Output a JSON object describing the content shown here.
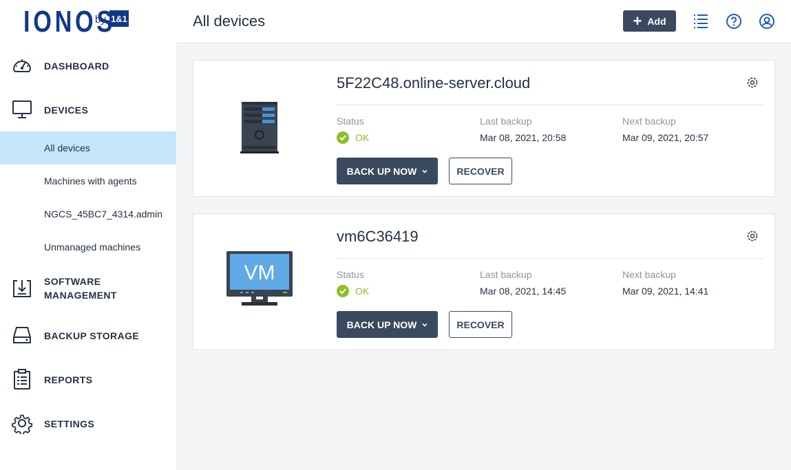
{
  "logo": {
    "brand": "IONOS",
    "by": "by",
    "badge": "1&1"
  },
  "header": {
    "title": "All devices",
    "add_label": "Add"
  },
  "nav": {
    "dashboard": "DASHBOARD",
    "devices": "DEVICES",
    "devices_sub": [
      "All devices",
      "Machines with agents",
      "NGCS_45BC7_4314.admin",
      "Unmanaged machines"
    ],
    "software_management": [
      "SOFTWARE",
      "MANAGEMENT"
    ],
    "backup_storage": "BACKUP STORAGE",
    "reports": "REPORTS",
    "settings": "SETTINGS"
  },
  "devices": [
    {
      "name": "5F22C48.online-server.cloud",
      "type_icon": "server-icon",
      "status_label": "Status",
      "status": "OK",
      "last_backup_label": "Last backup",
      "last_backup": "Mar 08, 2021, 20:58",
      "next_backup_label": "Next backup",
      "next_backup": "Mar 09, 2021, 20:57",
      "backup_label": "BACK UP NOW",
      "recover_label": "RECOVER"
    },
    {
      "name": "vm6C36419",
      "type_icon": "vm-monitor-icon",
      "vm_text": "VM",
      "status_label": "Status",
      "status": "OK",
      "last_backup_label": "Last backup",
      "last_backup": "Mar 08, 2021, 14:45",
      "next_backup_label": "Next backup",
      "next_backup": "Mar 09, 2021, 14:41",
      "backup_label": "BACK UP NOW",
      "recover_label": "RECOVER"
    }
  ],
  "colors": {
    "brand": "#11388a",
    "dark_button": "#394a5f",
    "ok_green": "#8cbf26",
    "active_nav": "#c5e6f9"
  }
}
